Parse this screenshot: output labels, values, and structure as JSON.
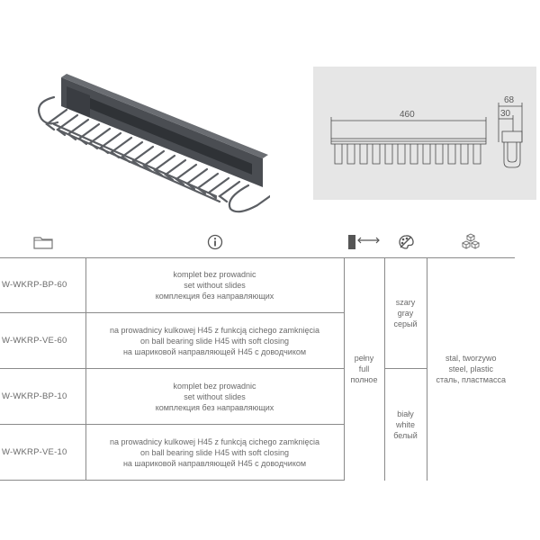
{
  "drawing": {
    "width_label": "460",
    "depth_label": "68",
    "hook_label": "30"
  },
  "header_icons": [
    "folder-icon",
    "info-icon",
    "slide-icon",
    "color-palette-icon",
    "material-cubes-icon"
  ],
  "rows": [
    {
      "code": "W-WKRP-BP-60",
      "desc": [
        "komplet bez prowadnic",
        "set without slides",
        "комплекция без направляющих"
      ]
    },
    {
      "code": "W-WKRP-VE-60",
      "desc": [
        "na prowadnicy kulkowej H45 z funkcją cichego zamknięcia",
        "on ball bearing slide H45 with soft closing",
        "на шариковой направляющей H45 с доводчиком"
      ]
    },
    {
      "code": "W-WKRP-BP-10",
      "desc": [
        "komplet bez prowadnic",
        "set without slides",
        "комплекция без направляющих"
      ]
    },
    {
      "code": "W-WKRP-VE-10",
      "desc": [
        "na prowadnicy kulkowej H45 z funkcją cichego zamknięcia",
        "on ball bearing slide H45 with soft closing",
        "на шариковой направляющей H45 с доводчиком"
      ]
    }
  ],
  "slide": [
    "pełny",
    "full",
    "полное"
  ],
  "colors": {
    "grey": [
      "szary",
      "gray",
      "серый"
    ],
    "white": [
      "biały",
      "white",
      "белый"
    ]
  },
  "material": [
    "stal, tworzywo",
    "steel, plastic",
    "сталь, пластмасса"
  ]
}
